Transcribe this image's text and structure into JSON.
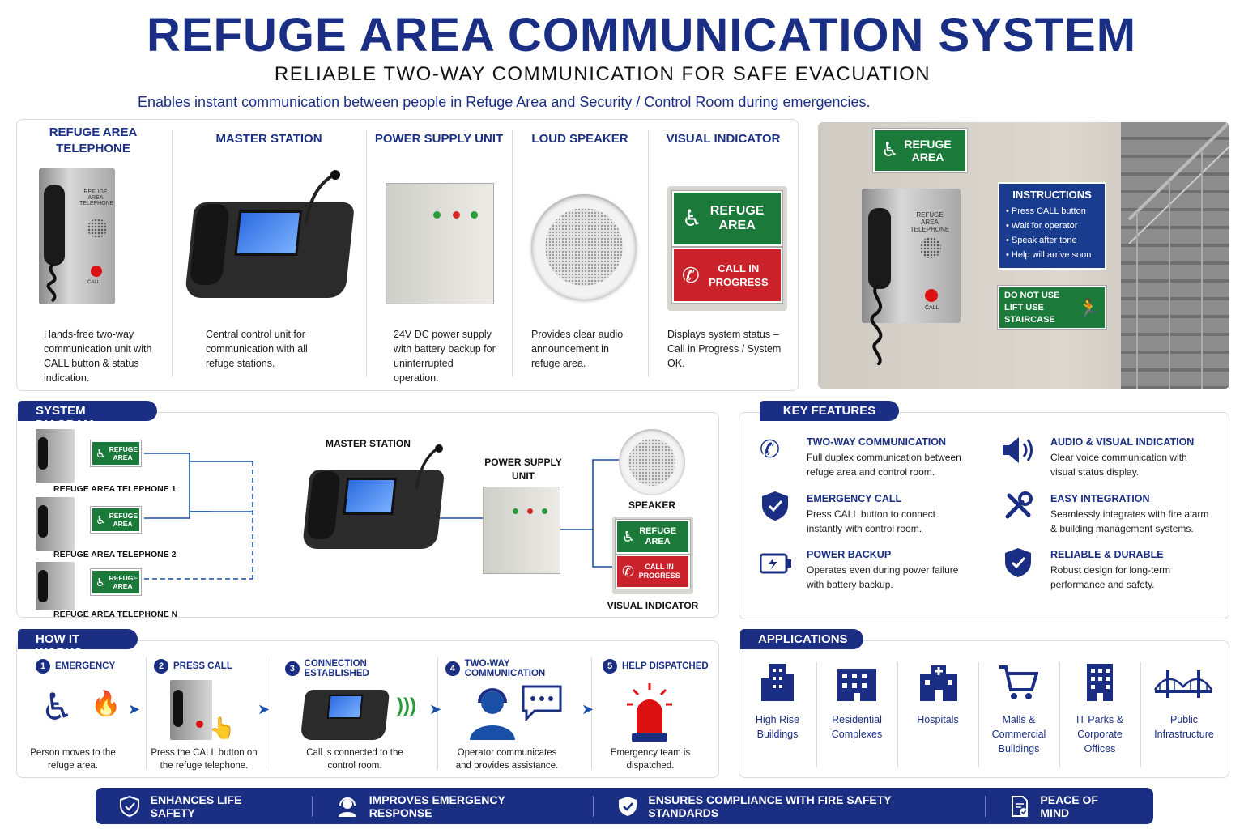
{
  "header": {
    "title": "REFUGE AREA COMMUNICATION SYSTEM",
    "subtitle": "RELIABLE TWO-WAY COMMUNICATION FOR SAFE EVACUATION",
    "tagline": "Enables instant communication between people in Refuge Area and Security / Control Room during emergencies."
  },
  "components": [
    {
      "name": "REFUGE AREA TELEPHONE",
      "desc": "Hands-free two-way communication unit with CALL button & status indication."
    },
    {
      "name": "MASTER STATION",
      "desc": "Central control unit for communication with all refuge stations."
    },
    {
      "name": "POWER SUPPLY UNIT",
      "desc": "24V DC power supply with battery backup for uninterrupted operation."
    },
    {
      "name": "LOUD SPEAKER",
      "desc": "Provides clear audio announcement in refuge area."
    },
    {
      "name": "VISUAL INDICATOR",
      "desc": "Displays system status – Call in Progress / System OK."
    }
  ],
  "device": {
    "phone_label": "REFUGE AREA TELEPHONE",
    "call_label": "CALL",
    "refuge_label": "REFUGE AREA",
    "call_progress_label": "CALL IN PROGRESS"
  },
  "scene": {
    "sign": "REFUGE AREA",
    "instructions_title": "INSTRUCTIONS",
    "instructions": [
      "Press CALL button",
      "Wait for operator",
      "Speak after tone",
      "Help will arrive soon"
    ],
    "no_lift": "DO NOT USE LIFT USE STAIRCASE"
  },
  "diagram": {
    "title": "SYSTEM DIAGRAM",
    "phones": [
      "REFUGE AREA TELEPHONE 1",
      "REFUGE AREA TELEPHONE 2",
      "REFUGE AREA TELEPHONE N"
    ],
    "master": "MASTER STATION",
    "psu": "POWER SUPPLY UNIT",
    "speaker": "SPEAKER",
    "indicator": "VISUAL INDICATOR"
  },
  "features": {
    "title": "KEY FEATURES",
    "items": [
      {
        "title": "TWO-WAY COMMUNICATION",
        "desc": "Full duplex communication between refuge area and control room."
      },
      {
        "title": "AUDIO & VISUAL INDICATION",
        "desc": "Clear voice communication with visual status display."
      },
      {
        "title": "EMERGENCY CALL",
        "desc": "Press CALL button to connect instantly with control room."
      },
      {
        "title": "EASY INTEGRATION",
        "desc": "Seamlessly integrates with fire alarm & building management systems."
      },
      {
        "title": "POWER BACKUP",
        "desc": "Operates even during power failure with battery backup."
      },
      {
        "title": "RELIABLE & DURABLE",
        "desc": "Robust design for long-term performance and safety."
      }
    ]
  },
  "how": {
    "title": "HOW IT WORKS",
    "steps": [
      {
        "n": "1",
        "title": "EMERGENCY",
        "desc": "Person moves to the refuge area."
      },
      {
        "n": "2",
        "title": "PRESS CALL",
        "desc": "Press the CALL button on the refuge telephone."
      },
      {
        "n": "3",
        "title": "CONNECTION ESTABLISHED",
        "desc": "Call is connected to the control room."
      },
      {
        "n": "4",
        "title": "TWO-WAY COMMUNICATION",
        "desc": "Operator communicates and provides assistance."
      },
      {
        "n": "5",
        "title": "HELP DISPATCHED",
        "desc": "Emergency team is dispatched."
      }
    ]
  },
  "applications": {
    "title": "APPLICATIONS",
    "items": [
      "High Rise Buildings",
      "Residential Complexes",
      "Hospitals",
      "Malls & Commercial Buildings",
      "IT Parks & Corporate Offices",
      "Public Infrastructure"
    ]
  },
  "banner": [
    "ENHANCES LIFE SAFETY",
    "IMPROVES EMERGENCY RESPONSE",
    "ENSURES COMPLIANCE WITH FIRE SAFETY STANDARDS",
    "PEACE OF MIND"
  ],
  "colors": {
    "navy": "#1a2f84",
    "green": "#1b7a3a",
    "red": "#c9222a"
  }
}
